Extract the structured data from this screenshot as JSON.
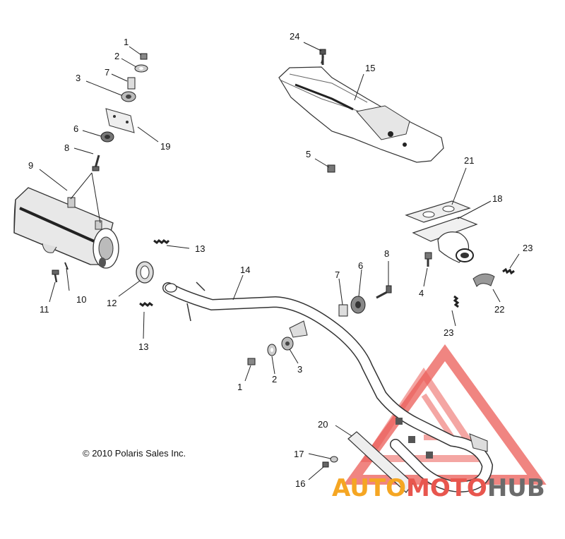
{
  "copyright": "© 2010 Polaris Sales Inc.",
  "watermark": {
    "part1": "AUTO",
    "part2": "MOTO",
    "part3": "HUB",
    "color1": "#f5a623",
    "color2": "#e8564e",
    "color3": "#6b6b6b",
    "logo_color": "#e8403a"
  },
  "callouts": [
    "1",
    "2",
    "7",
    "3",
    "6",
    "19",
    "8",
    "9",
    "10",
    "11",
    "12",
    "13",
    "13",
    "24",
    "15",
    "5",
    "21",
    "18",
    "23",
    "22",
    "23",
    "4",
    "8",
    "6",
    "7",
    "14",
    "1",
    "2",
    "3",
    "20",
    "17",
    "16"
  ]
}
